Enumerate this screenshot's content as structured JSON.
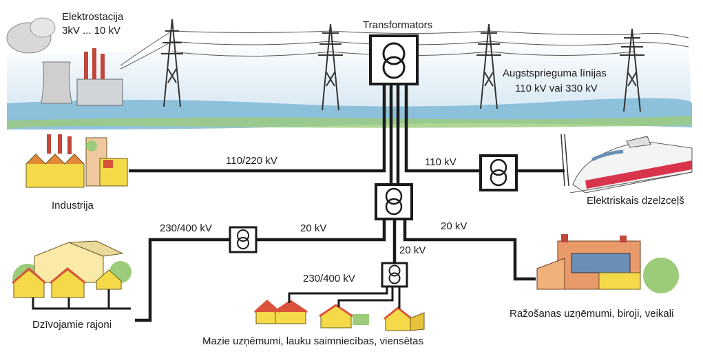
{
  "labels": {
    "power_station": "Elektrostacija",
    "power_station_voltage": "3kV ... 10 kV",
    "transformer_main": "Transformators",
    "hv_lines": "Augstsprieguma līnijas",
    "hv_lines_voltage": "110 kV vai 330 kV",
    "industry_voltage": "110/220 kV",
    "industry": "Industrija",
    "railway_voltage": "110 kV",
    "railway": "Elektriskais dzelzceļš",
    "residential_voltage": "230/400 kV",
    "residential_20kv": "20 kV",
    "residential": "Dzīvojamie rajoni",
    "industrial_20kv": "20 kV",
    "small_business_20kv": "20 kV",
    "small_business_voltage": "230/400 kV",
    "small_business": "Mazie uzņēmumi, lauku saimniecības, viensētas",
    "commercial": "Ražošanas uzņēmumi, biroji, veikali"
  },
  "colors": {
    "line": "#1a1a1a",
    "sky": "#cfe3f1",
    "ground": "#7fb9d6",
    "grass": "#9ccc7a",
    "house_wall": "#f4d949",
    "roof": "#d9533b",
    "train_red": "#d8344c"
  },
  "icons": [
    "transformer-icon",
    "power-station-icon",
    "pylon-icon",
    "factory-icon",
    "train-icon",
    "house-icon",
    "office-icon"
  ]
}
